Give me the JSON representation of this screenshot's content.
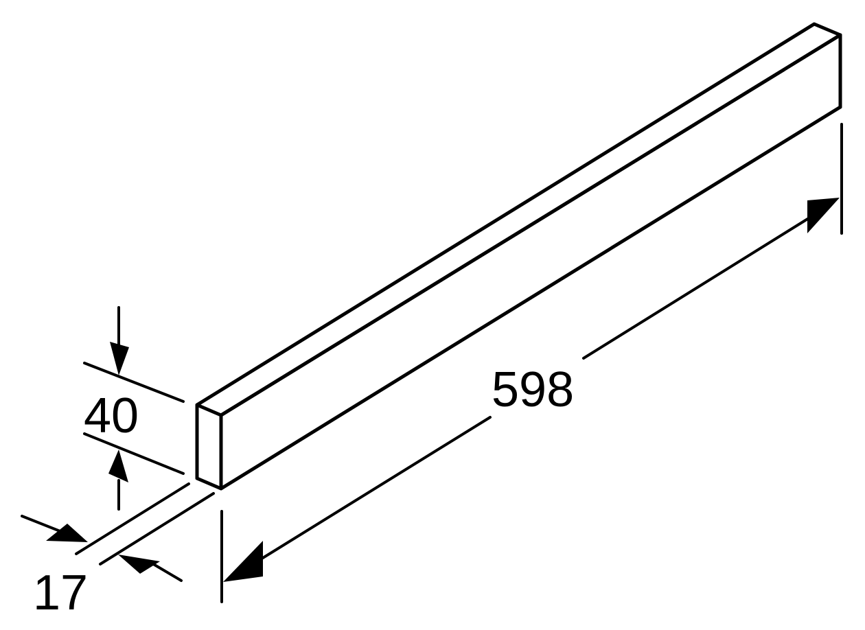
{
  "diagram": {
    "type": "technical-dimension-drawing",
    "subject": "rectangular bar / plinth strip (isometric view)",
    "line_color": "#000000",
    "background": "#ffffff",
    "dimensions": {
      "height": {
        "label": "40",
        "value": 40
      },
      "depth": {
        "label": "17",
        "value": 17
      },
      "length": {
        "label": "598",
        "value": 598
      }
    }
  }
}
